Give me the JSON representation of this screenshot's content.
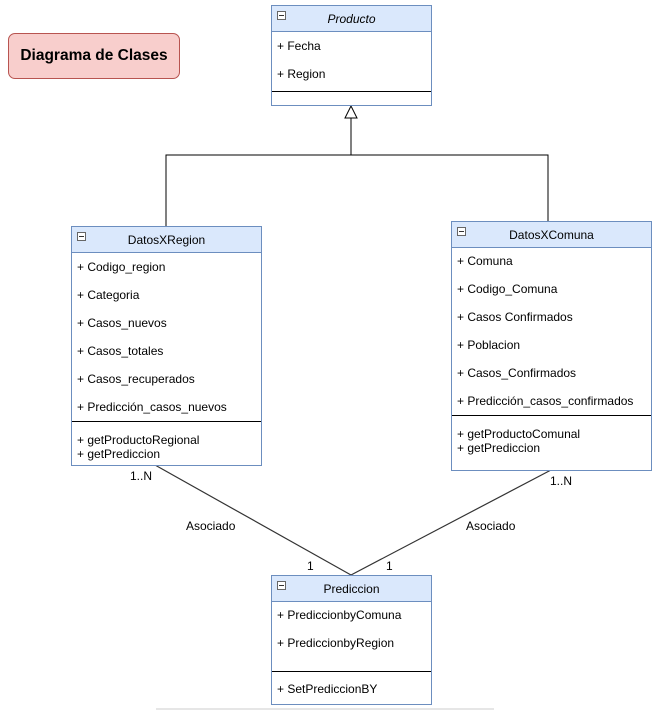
{
  "title": "Diagrama de Clases",
  "classes": {
    "producto": {
      "name": "Producto",
      "attributes": [
        "+ Fecha",
        "+ Region"
      ],
      "methods": []
    },
    "datos_region": {
      "name": "DatosXRegion",
      "attributes": [
        "+ Codigo_region",
        "+ Categoria",
        "+ Casos_nuevos",
        "+ Casos_totales",
        "+ Casos_recuperados",
        "+ Predicción_casos_nuevos"
      ],
      "methods": [
        "+ getProductoRegional",
        "+ getPrediccion"
      ]
    },
    "datos_comuna": {
      "name": "DatosXComuna",
      "attributes": [
        "+ Comuna",
        "+ Codigo_Comuna",
        "+ Casos Confirmados",
        "+ Poblacion",
        "+ Casos_Confirmados",
        "+ Predicción_casos_confirmados"
      ],
      "methods": [
        "+ getProductoComunal",
        "+ getPrediccion"
      ]
    },
    "prediccion": {
      "name": "Prediccion",
      "attributes": [
        "+  PrediccionbyComuna",
        "+  PrediccionbyRegion"
      ],
      "methods": [
        "+  SetPrediccionBY"
      ]
    }
  },
  "associations": {
    "left": {
      "label": "Asociado",
      "source_mult": "1..N",
      "target_mult": "1"
    },
    "right": {
      "label": "Asociado",
      "source_mult": "1..N",
      "target_mult": "1"
    }
  }
}
